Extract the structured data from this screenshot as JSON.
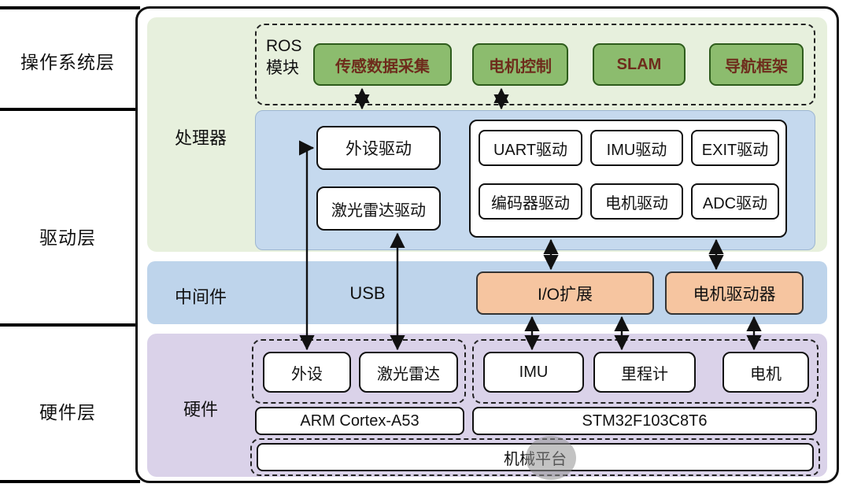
{
  "layers": {
    "os": "操作系统层",
    "driver": "驱动层",
    "hardware": "硬件层"
  },
  "processor": {
    "label": "处理器",
    "ros": {
      "name_line1": "ROS",
      "name_line2": "模块",
      "modules": [
        "传感数据采集",
        "电机控制",
        "SLAM",
        "导航框架"
      ]
    },
    "left_drivers": [
      "外设驱动",
      "激光雷达驱动"
    ],
    "grid_drivers": [
      "UART驱动",
      "IMU驱动",
      "EXIT驱动",
      "编码器驱动",
      "电机驱动",
      "ADC驱动"
    ]
  },
  "middleware": {
    "label": "中间件",
    "usb": "USB",
    "io_expander": "I/O扩展",
    "motor_driver": "电机驱动器"
  },
  "hardware": {
    "label": "硬件",
    "peripherals": [
      "外设",
      "激光雷达"
    ],
    "sensors": [
      "IMU",
      "里程计",
      "电机"
    ],
    "left_chip": "ARM Cortex-A53",
    "right_chip": "STM32F103C8T6",
    "platform": "机械平台"
  },
  "colors": {
    "green_section": "#e7f0dd",
    "module_fill": "#8cbc6e",
    "module_border": "#2e5c1c",
    "module_text": "#6e2c1c",
    "blue_panel": "#c5d9ee",
    "middleware_band": "#bed4eb",
    "orange_fill": "#f6c5a0",
    "hardware_panel": "#dad2e9"
  }
}
